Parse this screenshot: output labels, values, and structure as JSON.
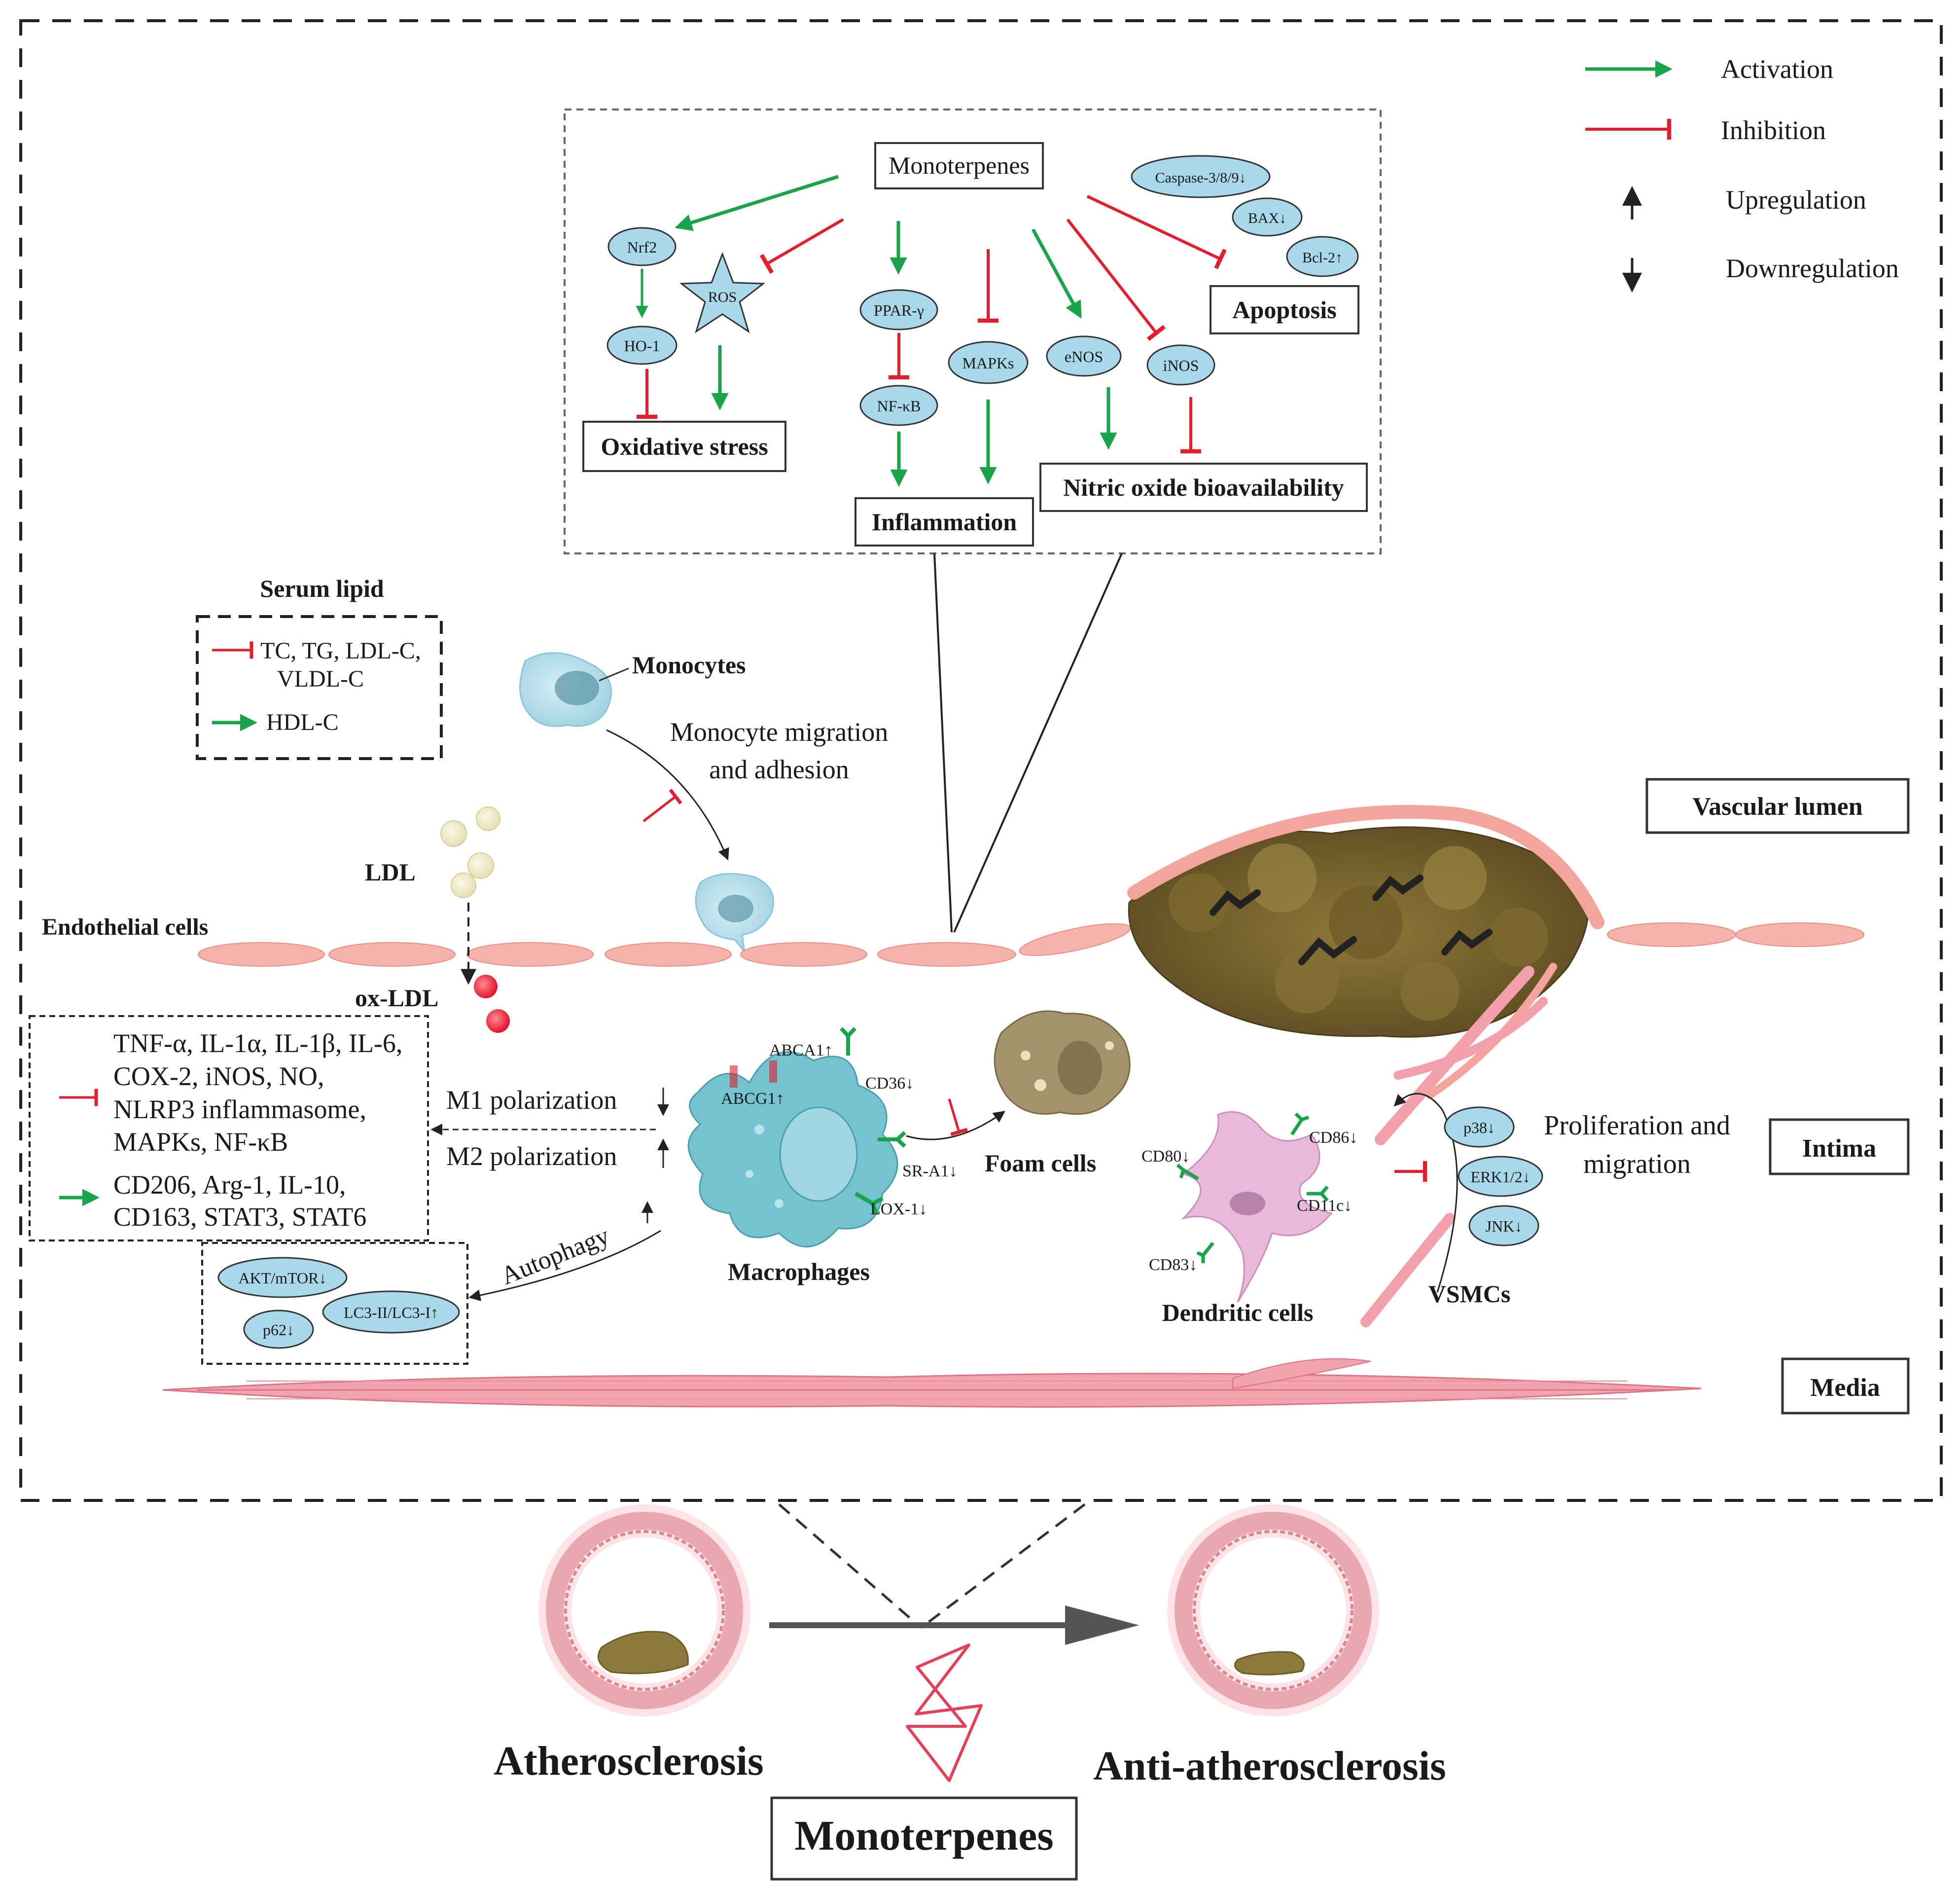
{
  "legend": {
    "activation": "Activation",
    "inhibition": "Inhibition",
    "upregulation": "Upregulation",
    "downregulation": "Downregulation",
    "activation_color": "#1aa34a",
    "inhibition_color": "#e0202e"
  },
  "mechanisms": {
    "source": "Monoterpenes",
    "nrf2": "Nrf2",
    "ho1": "HO-1",
    "ros": "ROS",
    "oxidative_stress": "Oxidative stress",
    "ppar": "PPAR-γ",
    "nfkb": "NF-κB",
    "mapks": "MAPKs",
    "inflammation": "Inflammation",
    "enos": "eNOS",
    "inos": "iNOS",
    "nitric_oxide": "Nitric oxide bioavailability",
    "caspase": "Caspase-3/8/9↓",
    "bax": "BAX↓",
    "bcl2": "Bcl-2↑",
    "apoptosis": "Apoptosis"
  },
  "serum_lipid": {
    "title": "Serum lipid",
    "inhibited_1": "TC, TG, LDL-C,",
    "inhibited_2": "VLDL-C",
    "activated": "HDL-C"
  },
  "monocytes": {
    "label": "Monocytes",
    "migration_1": "Monocyte migration",
    "migration_2": "and adhesion"
  },
  "vessel": {
    "vascular_lumen": "Vascular lumen",
    "intima": "Intima",
    "media": "Media",
    "endothelial_cells": "Endothelial cells",
    "ldl": "LDL",
    "oxldl": "ox-LDL"
  },
  "polarization_box": {
    "inhibited": [
      "TNF-α, IL-1α, IL-1β, IL-6,",
      "COX-2, iNOS, NO,",
      "NLRP3 inflammasome,",
      "MAPKs, NF-κB"
    ],
    "activated": [
      "CD206, Arg-1, IL-10,",
      "CD163, STAT3, STAT6"
    ]
  },
  "macrophage": {
    "m1": "M1 polarization",
    "m2": "M2 polarization",
    "autophagy": "Autophagy",
    "label": "Macrophages",
    "abca1": "ABCA1↑",
    "abcg1": "ABCG1↑",
    "cd36": "CD36↓",
    "sra1": "SR-A1↓",
    "lox1": "LOX-1↓",
    "akt": "AKT/mTOR↓",
    "p62": "p62↓",
    "lc3": "LC3-II/LC3-I↑"
  },
  "foam_cells": "Foam cells",
  "dendritic": {
    "label": "Dendritic cells",
    "cd80": "CD80↓",
    "cd86": "CD86↓",
    "cd11c": "CD11c↓",
    "cd83": "CD83↓"
  },
  "vsmc": {
    "p38": "p38↓",
    "erk": "ERK1/2↓",
    "jnk": "JNK↓",
    "prolif_1": "Proliferation and",
    "prolif_2": "migration",
    "label": "VSMCs"
  },
  "bottom": {
    "athero": "Atherosclerosis",
    "anti": "Anti-atherosclerosis",
    "monoterpenes": "Monoterpenes"
  }
}
